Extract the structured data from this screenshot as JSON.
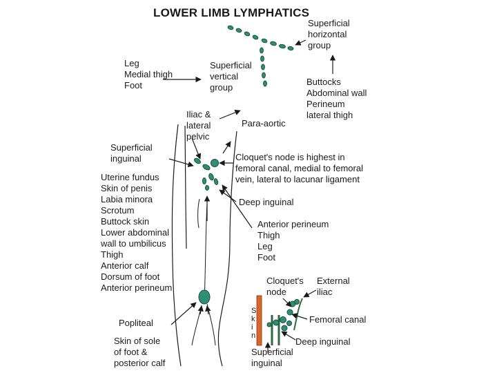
{
  "title": "LOWER LIMB LYMPHATICS",
  "colors": {
    "node": "#2e8f72",
    "node_stroke": "#1b4d3e",
    "ink": "#1a1a1a",
    "skin_band": "#d9672a"
  },
  "labels": {
    "superficial_horizontal": [
      "Superficial",
      "horizontal",
      "group"
    ],
    "leg_medial_foot": [
      "Leg",
      "Medial thigh",
      "Foot"
    ],
    "superficial_vertical": [
      "Superficial",
      "vertical",
      "group"
    ],
    "buttocks_list": [
      "Buttocks",
      "Abdominal wall",
      "Perineum",
      "lateral thigh"
    ],
    "iliac_lateral": [
      "Iliac &",
      "lateral",
      "pelvic"
    ],
    "para_aortic": "Para-aortic",
    "superficial_inguinal": [
      "Superficial",
      "inguinal"
    ],
    "cloquet_note": [
      "Cloquet's node is highest in",
      "femoral canal, medial to femoral",
      "vein, lateral to lacunar ligament"
    ],
    "drainage_list": [
      "Uterine fundus",
      "Skin of penis",
      "Labia minora",
      "Scrotum",
      "Buttock skin",
      "Lower abdominal",
      "wall to umbilicus",
      "Thigh",
      "Anterior calf",
      "Dorsum of foot",
      "Anterior perineum"
    ],
    "deep_inguinal": "Deep inguinal",
    "deep_drainage_list": [
      "Anterior perineum",
      "Thigh",
      "Leg",
      "Foot"
    ],
    "popliteal": "Popliteal",
    "popliteal_sources": [
      "Skin of sole",
      "of foot &",
      "posterior calf"
    ],
    "inset": {
      "cloquets_node": [
        "Cloquet's",
        "node"
      ],
      "external_iliac": [
        "External",
        "iliac"
      ],
      "skin_letters": [
        "S",
        "k",
        "i",
        "n"
      ],
      "femoral_canal": "Femoral canal",
      "deep_inguinal": "Deep inguinal",
      "superficial_inguinal": [
        "Superficial",
        "inguinal"
      ]
    }
  }
}
